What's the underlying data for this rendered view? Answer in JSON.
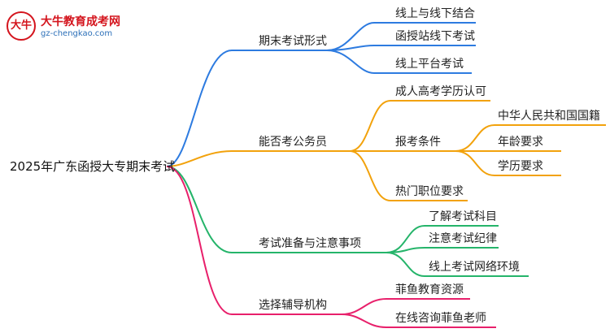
{
  "logo": {
    "badge": "大牛",
    "title": "大牛教育成考网",
    "url": "gz-chengkao.com"
  },
  "colors": {
    "blue": "#2d7be0",
    "orange": "#f2a20c",
    "green": "#25b46a",
    "pink": "#e8206b"
  },
  "mindmap": {
    "root": "2025年广东函授大专期末考试",
    "branches": [
      {
        "label": "期末考试形式",
        "children": [
          {
            "label": "线上与线下结合"
          },
          {
            "label": "函授站线下考试"
          },
          {
            "label": "线上平台考试"
          }
        ]
      },
      {
        "label": "能否考公务员",
        "children": [
          {
            "label": "成人高考学历认可"
          },
          {
            "label": "报考条件",
            "children": [
              {
                "label": "中华人民共和国国籍"
              },
              {
                "label": "年龄要求"
              },
              {
                "label": "学历要求"
              }
            ]
          },
          {
            "label": "热门职位要求"
          }
        ]
      },
      {
        "label": "考试准备与注意事项",
        "children": [
          {
            "label": "了解考试科目"
          },
          {
            "label": "注意考试纪律"
          },
          {
            "label": "线上考试网络环境"
          }
        ]
      },
      {
        "label": "选择辅导机构",
        "children": [
          {
            "label": "菲鱼教育资源"
          },
          {
            "label": "在线咨询菲鱼老师"
          }
        ]
      }
    ]
  }
}
